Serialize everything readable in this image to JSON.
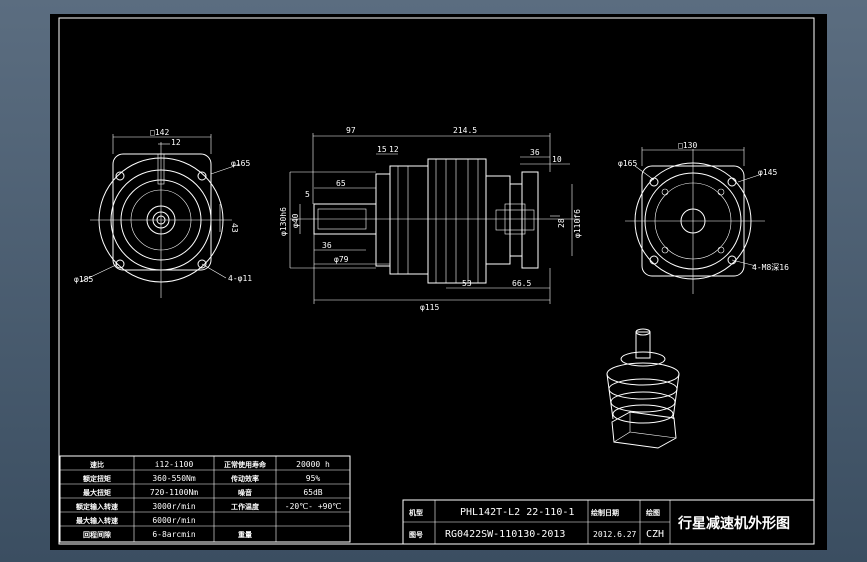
{
  "dims": {
    "front_square": "□142",
    "front_small": "12",
    "front_circle_165": "φ165",
    "front_side": "43",
    "front_outer": "φ185",
    "front_holes": "4-φ11",
    "side_97": "97",
    "side_214": "214.5",
    "side_15": "15",
    "side_12": "12",
    "side_36_top": "36",
    "side_10": "10",
    "side_5": "5",
    "side_65": "65",
    "side_130": "φ130h6",
    "side_40": "φ40",
    "side_36_bot": "36",
    "side_79": "φ79",
    "side_53": "53",
    "side_66": "66.5",
    "side_115": "φ115",
    "side_110": "φ110f6",
    "side_28": "28",
    "rear_square": "□130",
    "rear_165": "φ165",
    "rear_145": "φ145",
    "rear_holes": "4-M8深16"
  },
  "spec_table": [
    [
      "速比",
      "i12-i100",
      "正常使用寿命",
      "20000 h"
    ],
    [
      "额定扭矩",
      "360-550Nm",
      "传动效率",
      "95%"
    ],
    [
      "最大扭矩",
      "720-1100Nm",
      "噪音",
      "65dB"
    ],
    [
      "额定输入转速",
      "3000r/min",
      "工作温度",
      "-20℃- +90℃"
    ],
    [
      "最大输入转速",
      "6000r/min",
      "",
      ""
    ],
    [
      "回程间隙",
      "6-8arcmin",
      "重量",
      ""
    ]
  ],
  "title_block": {
    "row1_label": "机型",
    "row1_value": "PHL142T-L2 22-110-1",
    "row1_col3": "绘制日期",
    "row1_col4": "绘图",
    "row2_label": "图号",
    "row2_value": "RG0422SW-110130-2013",
    "row2_col3": "2012.6.27",
    "row2_col4": "CZH",
    "title": "行星减速机外形图"
  }
}
